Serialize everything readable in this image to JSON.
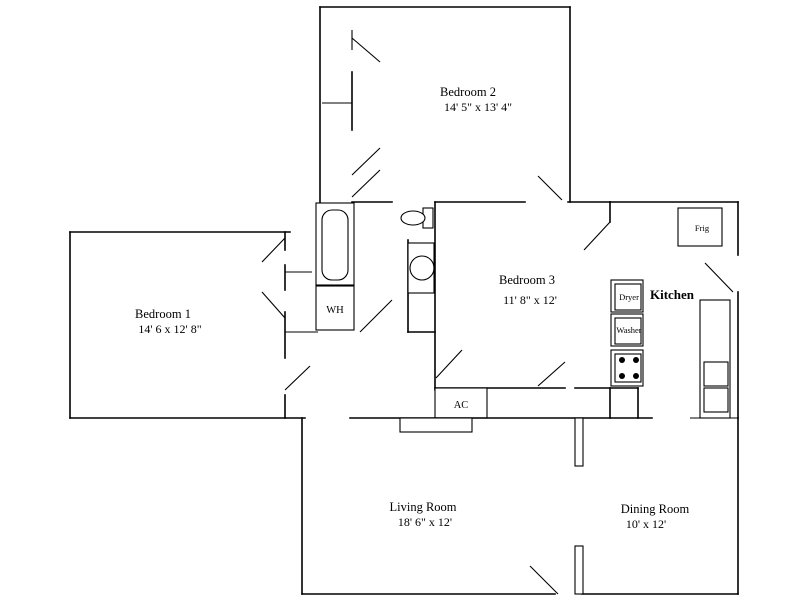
{
  "rooms": {
    "bedroom1": {
      "name": "Bedroom 1",
      "dims": "14' 6 x 12' 8\""
    },
    "bedroom2": {
      "name": "Bedroom 2",
      "dims": "14' 5\" x 13' 4\""
    },
    "bedroom3": {
      "name": "Bedroom 3",
      "dims": "11' 8\" x 12'"
    },
    "kitchen": {
      "name": "Kitchen"
    },
    "living_room": {
      "name": "Living Room",
      "dims": "18' 6\" x 12'"
    },
    "dining_room": {
      "name": "Dining Room",
      "dims": "10' x 12'"
    }
  },
  "fixtures": {
    "water_heater": "WH",
    "air_conditioner": "AC",
    "fridge": "Frig",
    "dryer": "Dryer",
    "washer": "Washer"
  }
}
